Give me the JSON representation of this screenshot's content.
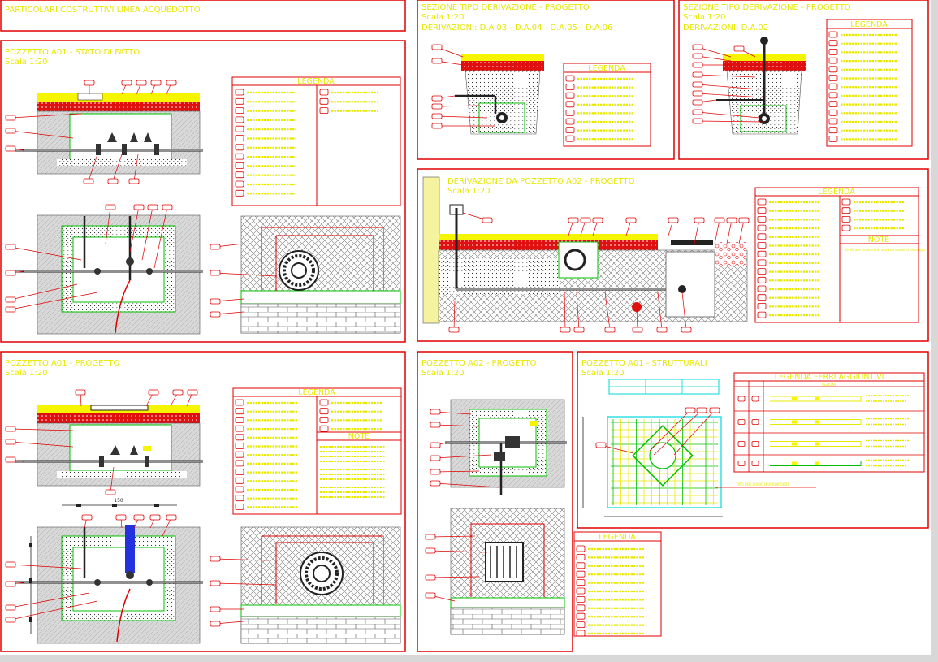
{
  "sheet_title": "PARTICOLARI COSTRUTTIVI LINEA ACQUEDOTTO",
  "colors": {
    "frame": "#e00000",
    "text": "#e8e800",
    "concrete": "#d8d8d8",
    "asphalt": "#e01010",
    "fill_yellow": "#f5f500",
    "green": "#00c000",
    "pipe": "#222222",
    "blue": "#2233dd",
    "hatch": "#888888",
    "cyan": "#00d8d8",
    "leader": "#e00000"
  },
  "panels": {
    "a01_stato": {
      "title": "POZZETTO A01 - STATO DI FATTO",
      "scale": "Scala 1:20",
      "legend_header": "LEGENDA"
    },
    "der_tipo1": {
      "title": "SEZIONE TIPO DERIVAZIONE - PROGETTO",
      "scale": "Scala 1:20",
      "subtitle": "DERIVAZIONI: D.A.03 - D.A.04 - D.A.05 - D.A.06",
      "legend_header": "LEGENDA"
    },
    "der_tipo2": {
      "title": "SEZIONE TIPO DERIVAZIONE - PROGETTO",
      "scale": "Scala 1:20",
      "subtitle": "DERIVAZIONI: D.A.02",
      "legend_header": "LEGENDA"
    },
    "der_a02": {
      "title": "DERIVAZIONE DA POZZETTO A02 - PROGETTO",
      "scale": "Scala 1:20",
      "legend_header": "LEGENDA",
      "notes_header": "NOTE",
      "notes_text": "- Verificare profondità, attraversamenti, tipologie"
    },
    "a01_prog": {
      "title": "POZZETTO A01 - PROGETTO",
      "scale": "Scala 1:20",
      "legend_header": "LEGENDA",
      "notes_header": "NOTE"
    },
    "a02_prog": {
      "title": "POZZETTO A02 - PROGETTO",
      "scale": "Scala 1:20",
      "legend_header": "LEGENDA"
    },
    "a01_strutt": {
      "title": "POZZETTO A01 - STRUTTURALI",
      "scale": "Scala 1:20",
      "table_header": "LEGENDA FERRI AGGIUNTIVI",
      "table_subheader": "SEZIONE",
      "callout": "TIPO PER ARMATURA RINFORZI"
    }
  },
  "dimension_text": "150"
}
